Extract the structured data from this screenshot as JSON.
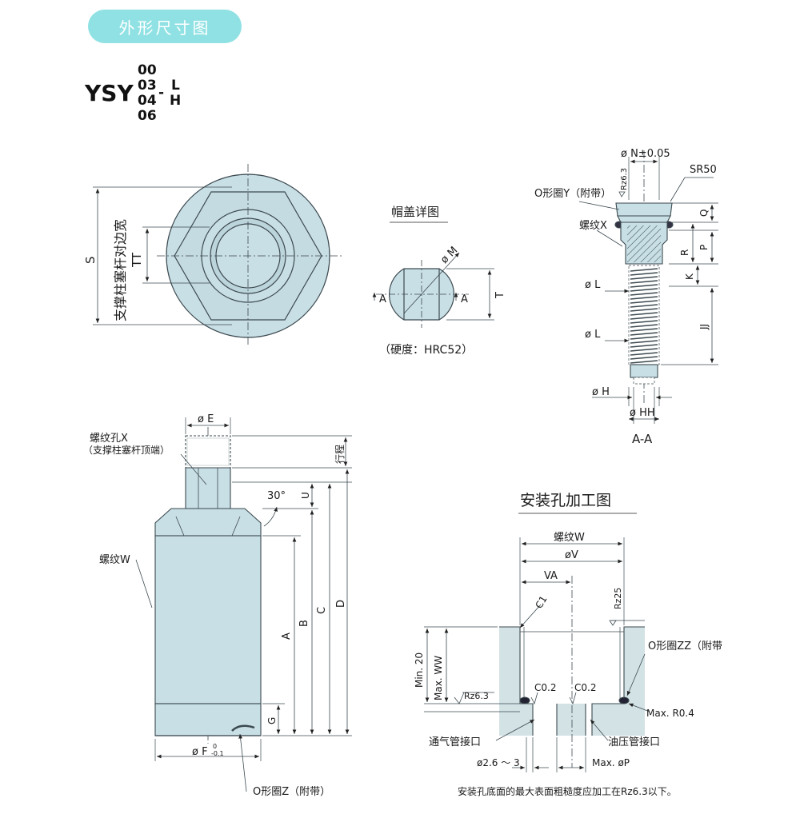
{
  "header": {
    "section_title": "外形尺寸图"
  },
  "model": {
    "prefix": "YSY",
    "codes": [
      "00",
      "03",
      "04",
      "06"
    ],
    "dash": "-",
    "suffixes": [
      "L",
      "H"
    ]
  },
  "colors": {
    "pill": "#8fe1e3",
    "part_fill": "#c8dfe5",
    "part_stroke": "#3c4a50",
    "section_fill": "#d3e2e5"
  },
  "top_view": {
    "dim_s": "S",
    "dim_tt": "TT",
    "caption": "支撑柱塞杆对边宽"
  },
  "cap_detail": {
    "title": "帽盖详图",
    "dim_m": "ø M",
    "dim_t": "T",
    "section_left": "A",
    "section_right": "A",
    "hardness": "（硬度：HRC52）"
  },
  "section_view": {
    "dim_n": "ø N±0.05",
    "roughness": "Rz6.3",
    "dim_sr": "SR50",
    "oring_y": "O形圈Y（附带）",
    "thread_x": "螺纹X",
    "dim_q": "Q",
    "dim_p": "P",
    "dim_r": "R",
    "dim_k": "K",
    "dim_jj": "JJ",
    "dim_l_upper": "ø L",
    "dim_l_lower": "ø L",
    "dim_h": "ø H",
    "dim_hh": "ø HH",
    "caption": "A-A"
  },
  "side_view": {
    "dim_e": "ø E",
    "thread_hole": "螺纹孔X",
    "thread_hole_note": "（支撑柱塞杆顶端）",
    "stroke": "行程",
    "angle": "30°",
    "dim_u": "U",
    "thread_w": "螺纹W",
    "dim_a": "A",
    "dim_b": "B",
    "dim_c": "C",
    "dim_d": "D",
    "dim_g": "G",
    "dim_f": "ø F",
    "tol_upper": "0",
    "tol_lower": "-0.1",
    "oring_z": "O形圈Z（附带）"
  },
  "install": {
    "title": "安装孔加工图",
    "thread_w": "螺纹W",
    "dim_v": "øV",
    "dim_va": "VA",
    "chamfer_c1": "C1",
    "roughness_wall": "Rz25",
    "min_depth": "Min. 20",
    "max_depth": "Max. WW",
    "roughness_bottom": "Rz6.3",
    "chamfer_left": "C0.2",
    "chamfer_right": "C0.2",
    "oring_zz": "O形圈ZZ（附带",
    "max_radius": "Max. R0.4",
    "vent_port": "通气管接口",
    "oil_port": "油压管接口",
    "vent_dia": "ø2.6 ～ 3",
    "port_dia": "Max. øP",
    "note": "安装孔底面的最大表面粗糙度应加工在Rz6.3以下。"
  }
}
